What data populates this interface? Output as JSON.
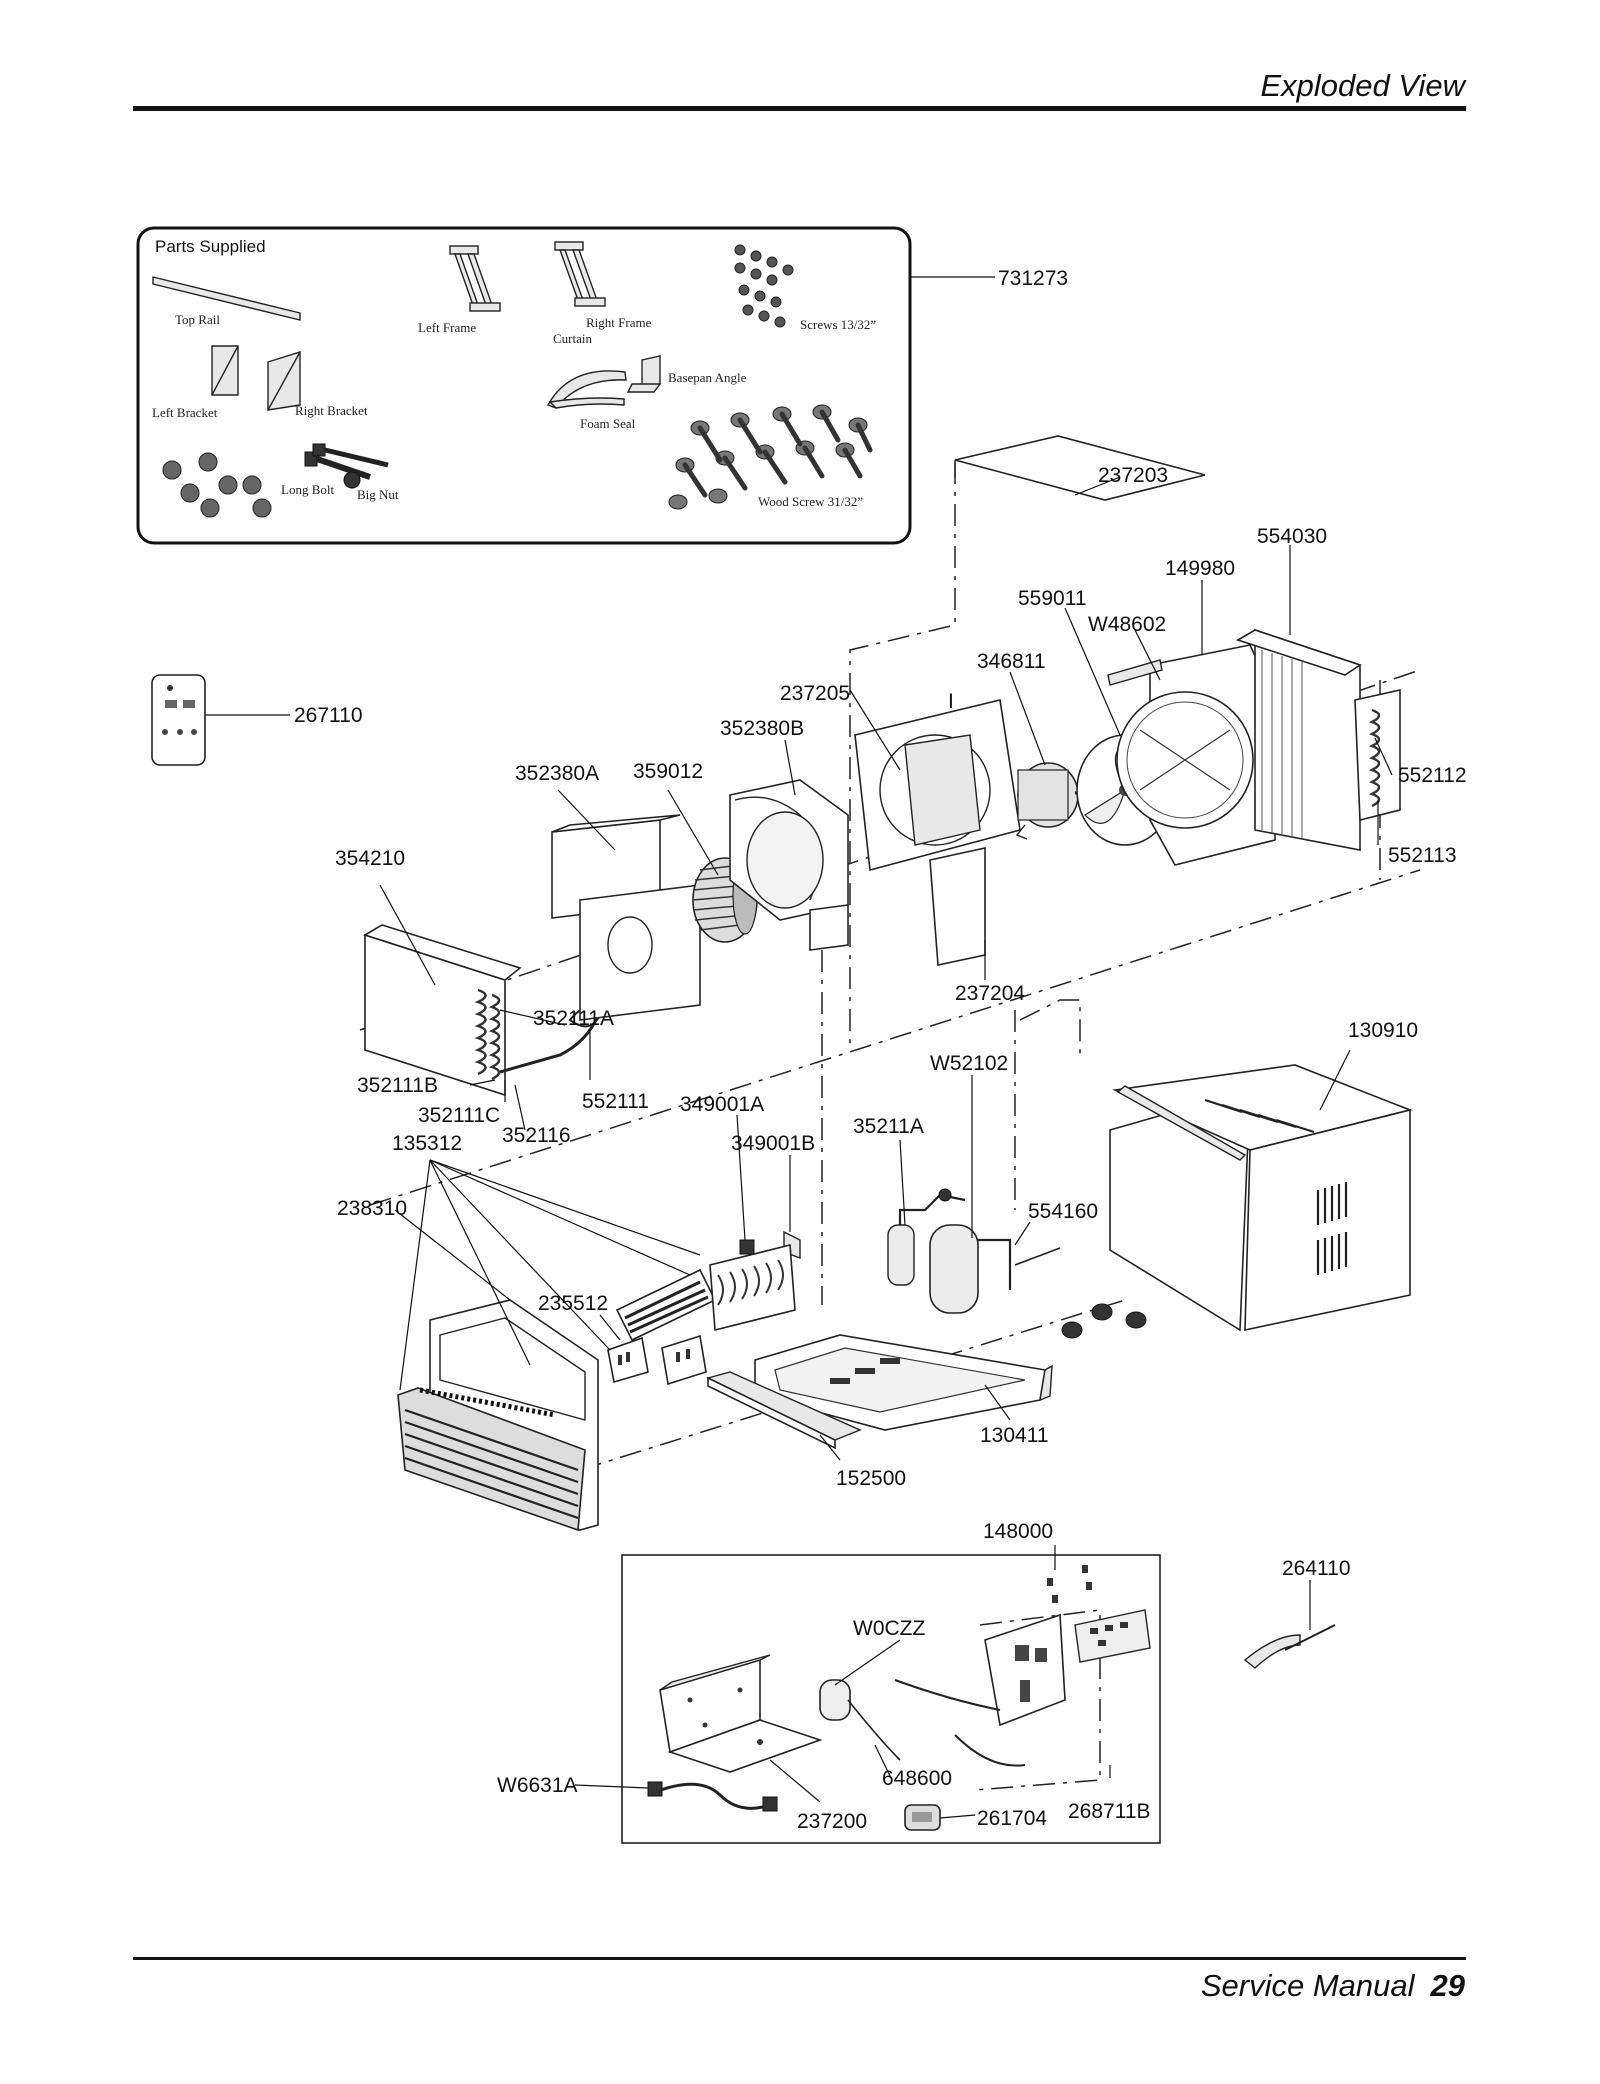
{
  "header": {
    "title": "Exploded View"
  },
  "footer": {
    "label": "Service Manual",
    "page": "29"
  },
  "parts_kit": {
    "title": "Parts Supplied",
    "items": [
      "Top Rail",
      "Left Frame",
      "Right Frame",
      "Curtain",
      "Screws 13/32”",
      "Left Bracket",
      "Right Bracket",
      "Basepan Angle",
      "Foam Seal",
      "Long Bolt",
      "Big Nut",
      "Wood Screw 31/32”"
    ]
  },
  "callouts": [
    "731273",
    "237203",
    "554030",
    "149980",
    "559011",
    "W48602",
    "346811",
    "237205",
    "352380B",
    "352380A",
    "359012",
    "267110",
    "552112",
    "552113",
    "354210",
    "237204",
    "352111A",
    "130910",
    "W52102",
    "352111B",
    "552111",
    "349001A",
    "352111C",
    "352116",
    "135312",
    "349001B",
    "35211A",
    "238310",
    "554160",
    "235512",
    "130411",
    "152500",
    "148000",
    "264110",
    "W0CZZ",
    "648600",
    "W6631A",
    "237200",
    "261704",
    "268711B"
  ],
  "marker": "I"
}
